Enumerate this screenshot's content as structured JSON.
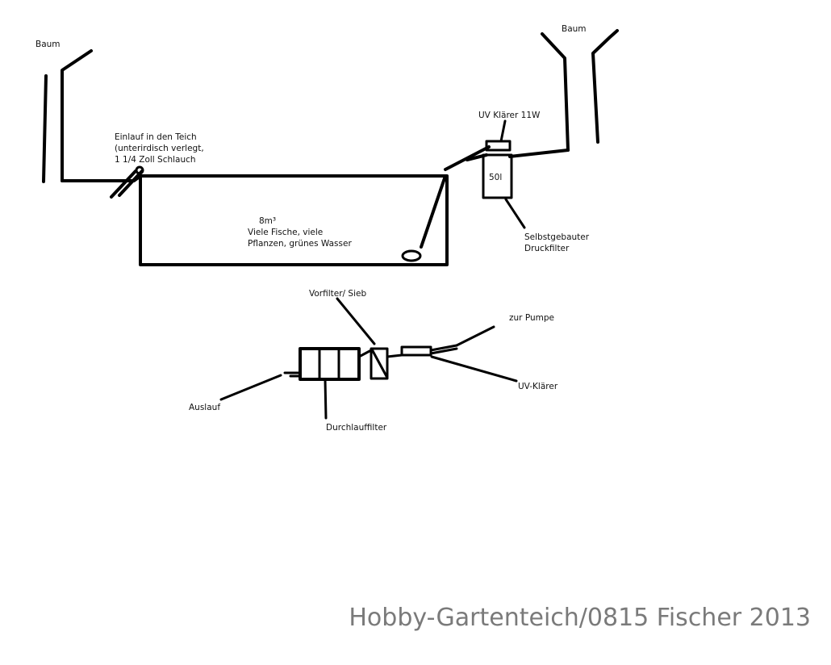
{
  "labels": {
    "tree_left": "Baum",
    "tree_right": "Baum",
    "inlet_line1": "Einlauf in den Teich",
    "inlet_line2": "(unterirdisch verlegt,",
    "inlet_line3": "1 1/4 Zoll Schlauch",
    "pond_line1": "8m³",
    "pond_line2": "Viele Fische, viele",
    "pond_line3": "Pflanzen, grünes Wasser",
    "uv_top": "UV Klärer 11W",
    "tank_volume": "50l",
    "pressure_line1": "Selbstgebauter",
    "pressure_line2": "Druckfilter",
    "prefilter": "Vorfilter/ Sieb",
    "to_pump": "zur Pumpe",
    "uv_bottom": "UV-Klärer",
    "outlet": "Auslauf",
    "flow_filter": "Durchlauffilter"
  },
  "watermark": "Hobby-Gartenteich/0815 Fischer 2013"
}
